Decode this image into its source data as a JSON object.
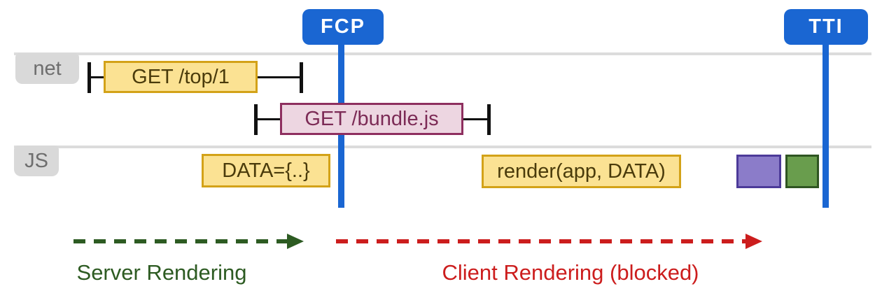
{
  "timeline": {
    "markers": [
      {
        "id": "fcp",
        "label": "FCP",
        "color": "#1a66d2",
        "text_color": "#ffffff"
      },
      {
        "id": "tti",
        "label": "TTI",
        "color": "#1a66d2",
        "text_color": "#ffffff"
      }
    ],
    "lanes": [
      {
        "id": "net",
        "label": "net",
        "items": [
          {
            "label": "GET /top/1",
            "kind": "network-request",
            "fill": "#fbe293",
            "border": "#d3a218",
            "text_color": "#4a3b0b",
            "has_ibeam_ends": true
          },
          {
            "label": "GET /bundle.js",
            "kind": "network-request",
            "fill": "#edd6e1",
            "border": "#8e2f5f",
            "text_color": "#7c2b56",
            "has_ibeam_ends": true
          }
        ]
      },
      {
        "id": "js",
        "label": "JS",
        "items": [
          {
            "label": "DATA={..}",
            "kind": "js-task",
            "fill": "#fbe293",
            "border": "#d3a218",
            "text_color": "#4a3b0b"
          },
          {
            "label": "render(app, DATA)",
            "kind": "js-task",
            "fill": "#fbe293",
            "border": "#d3a218",
            "text_color": "#4a3b0b"
          },
          {
            "label": "",
            "kind": "js-task",
            "fill": "#8b7cc9",
            "border": "#4c3a99"
          },
          {
            "label": "",
            "kind": "js-task",
            "fill": "#699d4d",
            "border": "#2f5522"
          }
        ]
      }
    ],
    "phases": [
      {
        "label": "Server Rendering",
        "color": "#2d5b22",
        "arrow_style": "dashed"
      },
      {
        "label": "Client Rendering (blocked)",
        "color": "#cc1d1d",
        "arrow_style": "dashed"
      }
    ],
    "style_notes": {
      "lane_label_bg": "#d9d9d9",
      "lane_line_color": "#dcdcdc",
      "ibeam_color": "#111111",
      "background": "#ffffff"
    }
  }
}
